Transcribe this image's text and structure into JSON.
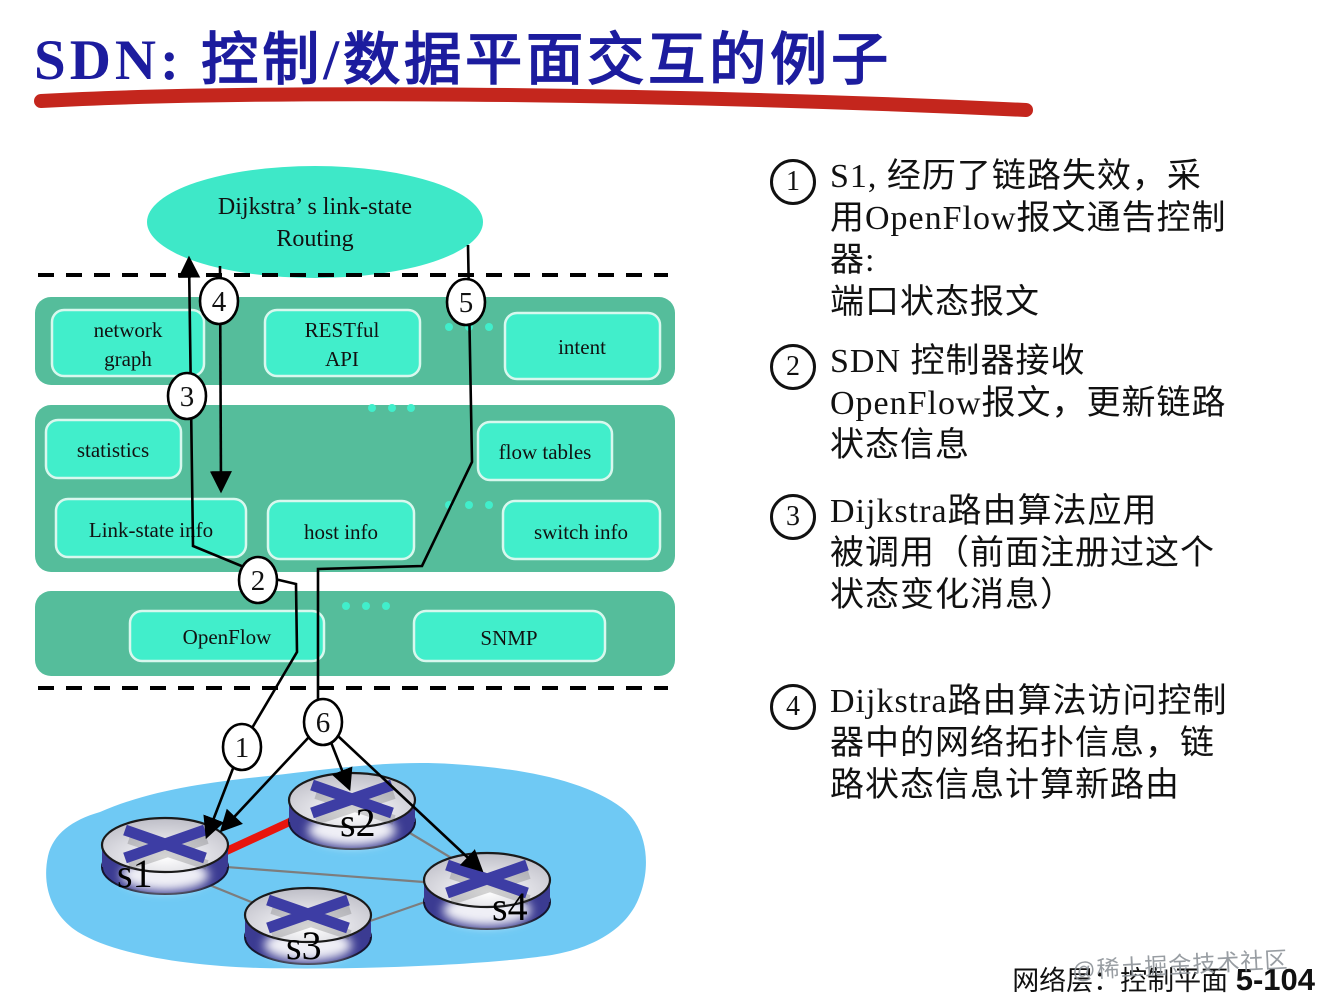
{
  "title": "SDN: 控制/数据平面交互的例子",
  "colors": {
    "title_blue": "#1c1c9e",
    "underline_red": "#c4261d",
    "container_green": "#55bd9b",
    "box_teal": "#41eecb",
    "ellipse_teal": "#3ee8c8",
    "blob_blue": "#6fc9f4",
    "failed_link_red": "#e8150d",
    "router_blue": "#3b3b92"
  },
  "diagram": {
    "ellipse": {
      "line1": "Dijkstra’ s link-state",
      "line2": "Routing"
    },
    "boxes": {
      "network_graph": {
        "line1": "network",
        "line2": "graph"
      },
      "restful_api": {
        "line1": "RESTful",
        "line2": "API"
      },
      "intent": "intent",
      "statistics": "statistics",
      "flow_tables": "flow tables",
      "link_state_info": "Link-state info",
      "host_info": "host info",
      "switch_info": "switch info",
      "openflow": "OpenFlow",
      "snmp": "SNMP"
    },
    "step_circles": {
      "c1": "1",
      "c2": "2",
      "c3": "3",
      "c4": "4",
      "c5": "5",
      "c6": "6"
    },
    "switches": {
      "s1": "s1",
      "s2": "s2",
      "s3": "s3",
      "s4": "s4"
    }
  },
  "steps": [
    {
      "num": "1",
      "lines": [
        "S1, 经历了链路失效，采",
        "用OpenFlow报文通告控制",
        "器:",
        "端口状态报文"
      ]
    },
    {
      "num": "2",
      "lines": [
        "SDN 控制器接收",
        "OpenFlow报文，更新链路",
        "状态信息"
      ]
    },
    {
      "num": "3",
      "lines": [
        "Dijkstra路由算法应用",
        "被调用（前面注册过这个",
        "状态变化消息）"
      ]
    },
    {
      "num": "4",
      "lines": [
        "Dijkstra路由算法访问控制",
        "器中的网络拓扑信息，链",
        "路状态信息计算新路由"
      ]
    }
  ],
  "footer": {
    "label": "网络层：控制平面",
    "page": "5-104",
    "watermark": "@稀土掘金技术社区"
  }
}
